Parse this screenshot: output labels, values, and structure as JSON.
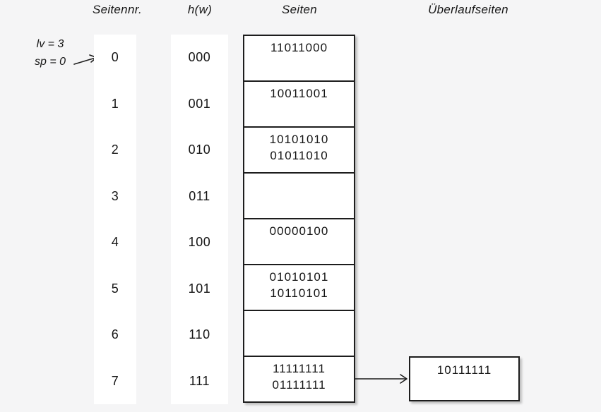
{
  "diagram_title": "linear-hashing-state",
  "colors": {
    "background": "#f5f5f6",
    "box_fill": "#ffffff",
    "line": "#1d1d1d",
    "text": "#161616"
  },
  "headers": {
    "seitennr": "Seitennr.",
    "hw": "h(w)",
    "seiten": "Seiten",
    "ueberlauf": "Überlaufseiten"
  },
  "annotation": {
    "line1": "lv = 3",
    "line2": "sp = 0",
    "points_to_row": "0"
  },
  "table": {
    "rows": [
      {
        "nr": "0",
        "hw": "000",
        "entries": [
          "11011000"
        ]
      },
      {
        "nr": "1",
        "hw": "001",
        "entries": [
          "10011001"
        ]
      },
      {
        "nr": "2",
        "hw": "010",
        "entries": [
          "10101010",
          "01011010"
        ]
      },
      {
        "nr": "3",
        "hw": "011",
        "entries": []
      },
      {
        "nr": "4",
        "hw": "100",
        "entries": [
          "00000100"
        ]
      },
      {
        "nr": "5",
        "hw": "101",
        "entries": [
          "01010101",
          "10110101"
        ]
      },
      {
        "nr": "6",
        "hw": "110",
        "entries": []
      },
      {
        "nr": "7",
        "hw": "111",
        "entries": [
          "11111111",
          "01111111"
        ]
      }
    ]
  },
  "overflow": {
    "linked_from_row": "7",
    "entries": [
      "10111111"
    ]
  }
}
